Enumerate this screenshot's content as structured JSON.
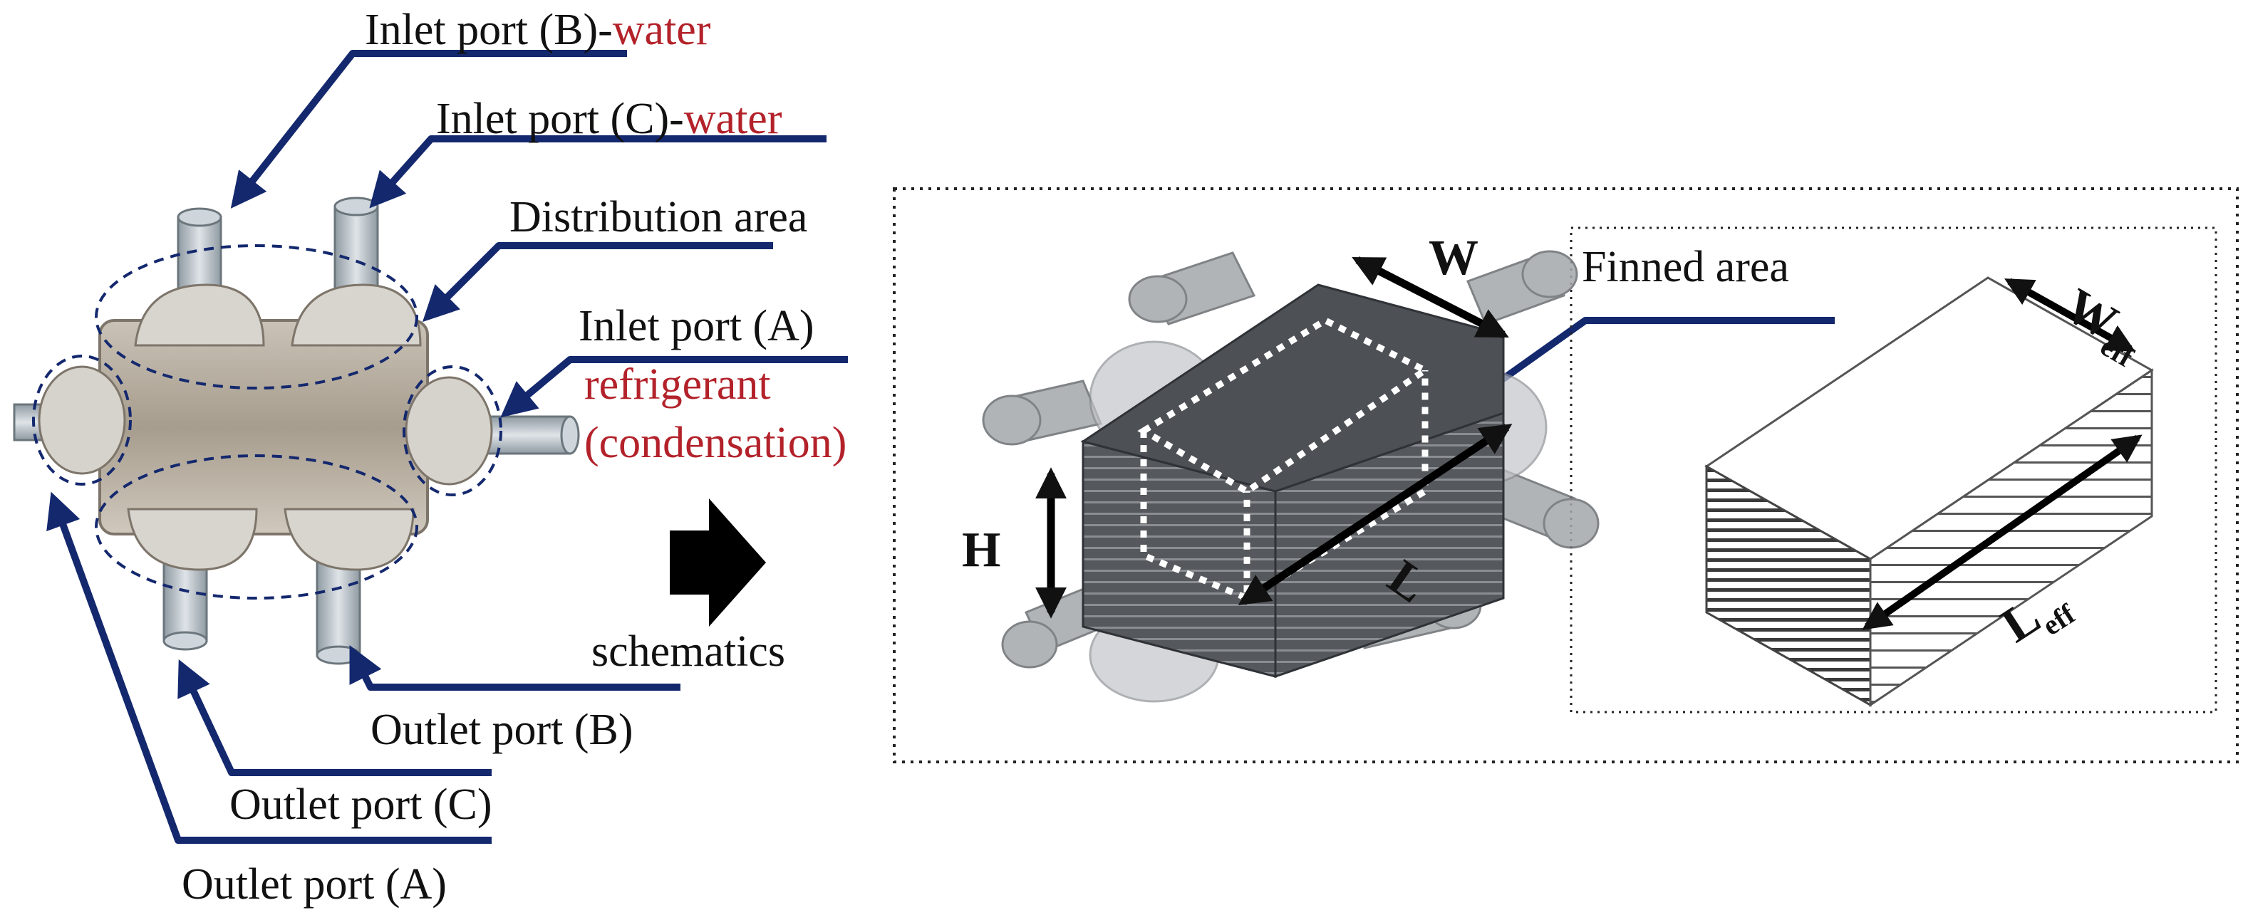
{
  "labels": {
    "inlet_b": "Inlet port (B)-",
    "inlet_b_fluid": "water",
    "inlet_c": "Inlet port (C)-",
    "inlet_c_fluid": "water",
    "distribution": "Distribution area",
    "inlet_a": "Inlet port (A)",
    "inlet_a_fluid_1": "refrigerant",
    "inlet_a_fluid_2": "(condensation)",
    "outlet_b": "Outlet port (B)",
    "outlet_c": "Outlet port (C)",
    "outlet_a": "Outlet port (A)",
    "schematics": "schematics",
    "finned": "Finned area"
  },
  "dimensions": {
    "width": "W",
    "height": "H",
    "length": "L",
    "width_eff": "W",
    "length_eff": "L",
    "eff_sub": "eff"
  },
  "colors": {
    "leader_line": "#14286e",
    "fluid_text": "#b3222a"
  }
}
